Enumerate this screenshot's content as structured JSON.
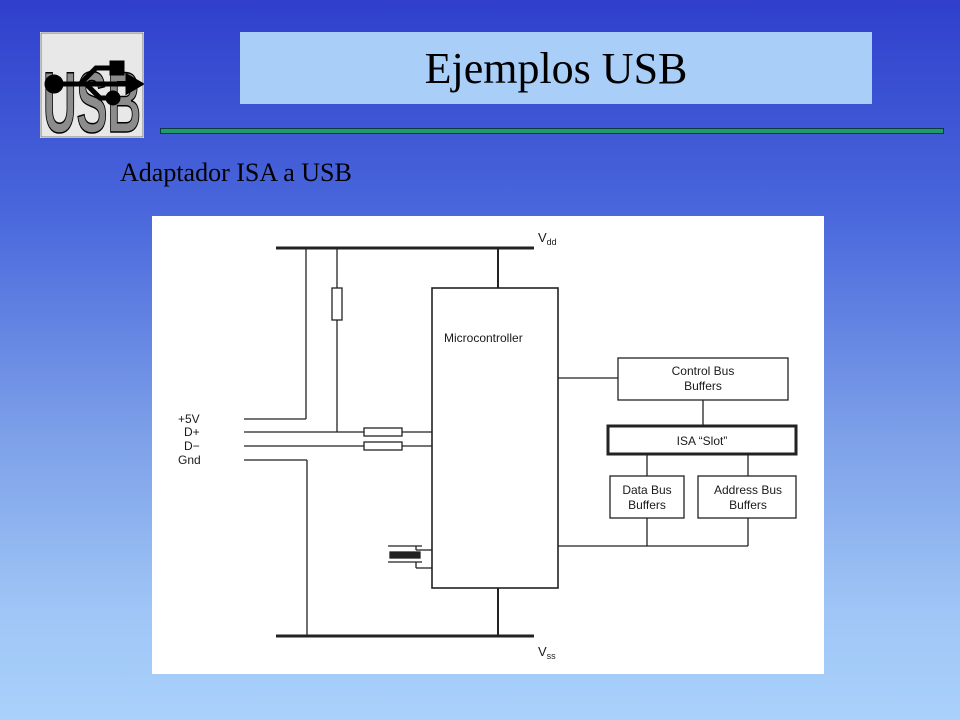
{
  "slide": {
    "title": "Ejemplos USB",
    "subtitle": "Adaptador ISA a USB",
    "logo_text": "USB"
  },
  "diagram": {
    "vdd_main": "V",
    "vdd_sub": "dd",
    "vss_main": "V",
    "vss_sub": "ss",
    "microcontroller": "Microcontroller",
    "control_bus_line1": "Control Bus",
    "control_bus_line2": "Buffers",
    "isa_slot": "ISA “Slot”",
    "data_bus_line1": "Data Bus",
    "data_bus_line2": "Buffers",
    "address_bus_line1": "Address Bus",
    "address_bus_line2": "Buffers",
    "pin_5v": "+5V",
    "pin_dplus": "D+",
    "pin_dminus": "D−",
    "pin_gnd": "Gnd"
  },
  "colors": {
    "title_box": "#a9cef8",
    "rule": "#1f9a6a",
    "background_top": "#2f3fcc",
    "background_bottom": "#a9d1fb"
  }
}
